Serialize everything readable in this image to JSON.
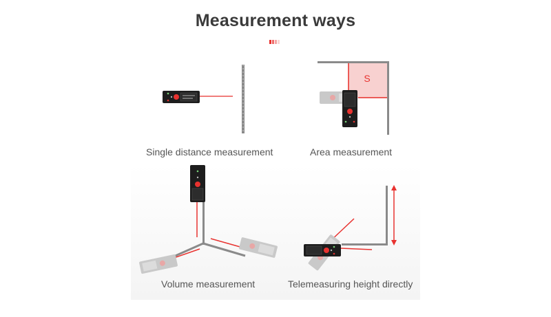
{
  "title": "Measurement ways",
  "colors": {
    "accent": "#e8322f",
    "laser": "#e8322f",
    "area_fill": "#f7c9c8",
    "device_body": "#1d1d1d",
    "device_faded": "#c9c9c9",
    "wall": "#7a7a7a",
    "text": "#555555"
  },
  "panels": [
    {
      "id": "single",
      "caption": "Single distance measurement"
    },
    {
      "id": "area",
      "caption": "Area measurement",
      "area_symbol": "S"
    },
    {
      "id": "volume",
      "caption": "Volume measurement"
    },
    {
      "id": "height",
      "caption": "Telemeasuring height directly"
    }
  ]
}
